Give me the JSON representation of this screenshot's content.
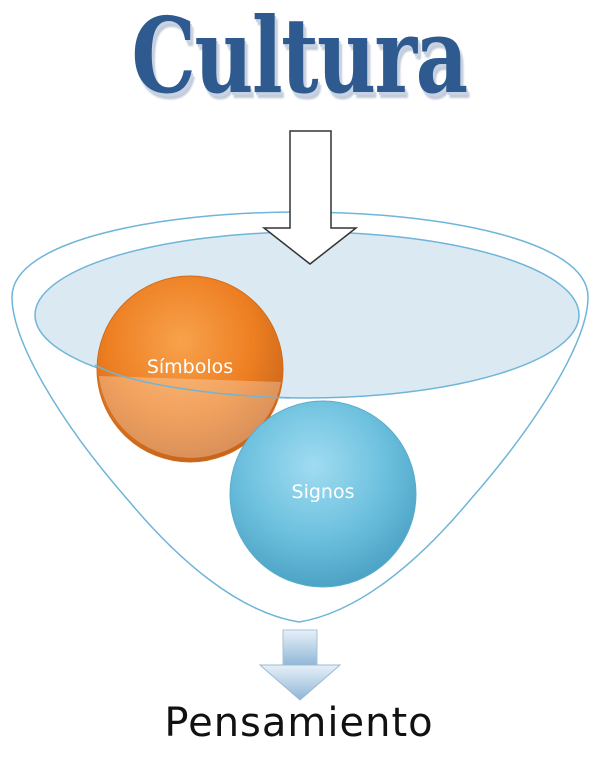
{
  "title": "Cultura",
  "circles": {
    "simbolos": "Símbolos",
    "signos": "Signos"
  },
  "result": "Pensamiento",
  "colors": {
    "title": "#2f5a8f",
    "funnel_stroke": "#6fb5d8",
    "funnel_top_fill": "#dbe9f3",
    "simbolos_fill": "#f07f24",
    "signos_fill": "#6fc0dd",
    "output_arrow": "#b8d4ea"
  }
}
